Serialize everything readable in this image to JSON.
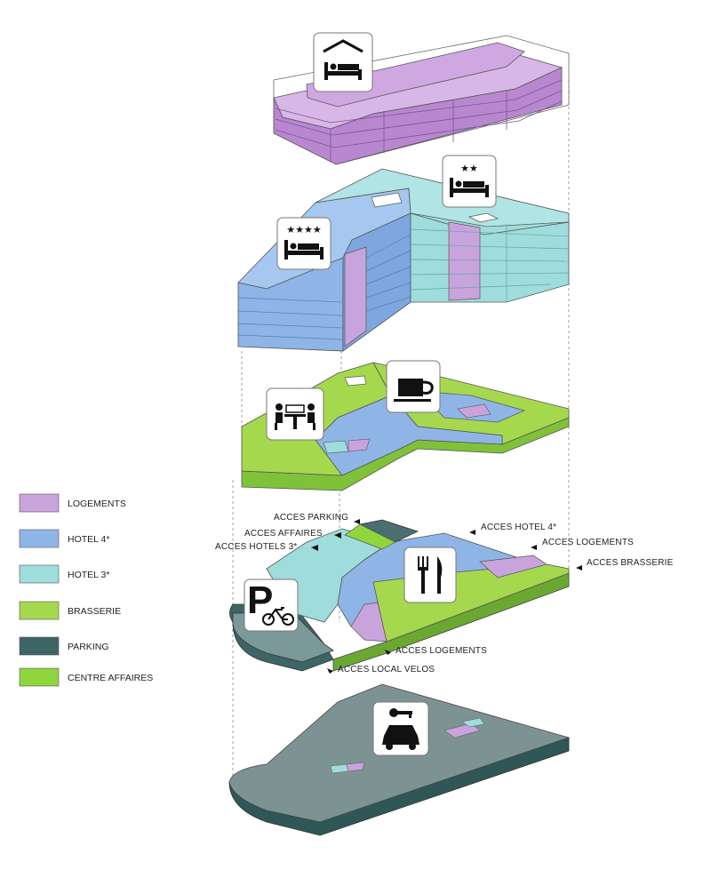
{
  "legend": [
    {
      "label": "LOGEMENTS",
      "color": "#c9a3dc"
    },
    {
      "label": "HOTEL 4*",
      "color": "#8fb5e6"
    },
    {
      "label": "HOTEL 3*",
      "color": "#9fdcdc"
    },
    {
      "label": "BRASSERIE",
      "color": "#a6d84e"
    },
    {
      "label": "PARKING",
      "color": "#3e6566"
    },
    {
      "label": "CENTRE AFFAIRES",
      "color": "#8fd63e"
    }
  ],
  "access_labels": {
    "parking": "ACCES PARKING",
    "affaires": "ACCES AFFAIRES",
    "hotels3": "ACCES HOTELS 3*",
    "hotel4": "ACCES HOTEL 4*",
    "logements_top": "ACCES LOGEMENTS",
    "brasserie": "ACCES BRASSERIE",
    "logements_bottom": "ACCES LOGEMENTS",
    "velos": "ACCES LOCAL VELOS"
  },
  "icons": {
    "hotel2_stars": "★★",
    "hotel4_stars": "★★★★",
    "parking_letter": "P"
  }
}
